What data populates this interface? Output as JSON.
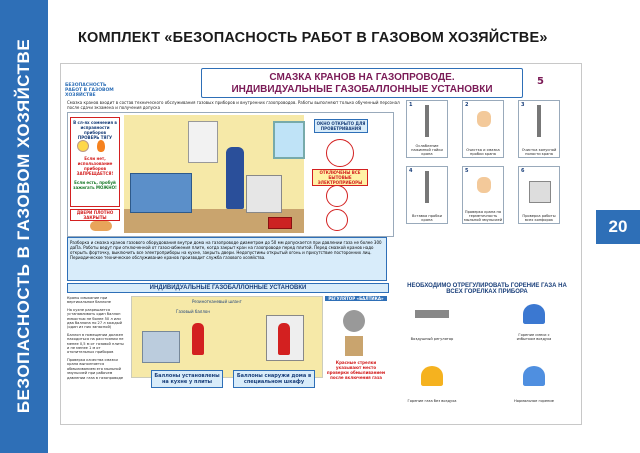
{
  "sidebar": {
    "text": "БЕЗОПАСНОСТЬ В ГАЗОВОМ ХОЗЯЙСТВЕ"
  },
  "page_number": "20",
  "kit_title": "КОМПЛЕКТ «БЕЗОПАСНОСТЬ РАБОТ В ГАЗОВОМ ХОЗЯЙСТВЕ»",
  "poster": {
    "series_label": "БЕЗОПАСНОСТЬ РАБОТ В ГАЗОВОМ ХОЗЯЙСТВЕ",
    "title_line1": "СМАЗКА КРАНОВ НА ГАЗОПРОВОДЕ.",
    "title_line2": "ИНДИВИДУАЛЬНЫЕ ГАЗОБАЛЛОННЫЕ УСТАНОВКИ",
    "plate_number": "5",
    "intro": "Смазка кранов входит в состав технического обслуживания газовых приборов и внутренних газопроводов. Работы выполняют только обученный персонал после сдачи экзамена и получения допуска",
    "left_notes": {
      "box_title": "В сл-ях сомнения в исправности приборов ПРОВЕРЬ ТЯГУ",
      "no_tyaga": "Если нет, использование приборов ЗАПРЕЩАЕТСЯ!",
      "yes_tyaga": "Если есть, пробуй зажигать МОЖНО!",
      "door": "ДВЕРИ ПЛОТНО ЗАКРЫТЫ"
    },
    "right_signs": {
      "window": "ОКНО ОТКРЫТО ДЛЯ ПРОВЕТРИВАНИЯ",
      "warning": "ОТКЛЮЧЕНЫ ВСЕ БЫТОВЫЕ ЭЛЕКТРОПРИБОРЫ"
    },
    "notice": "Разборка и смазка кранов газового оборудования внутри дома на газопроводе диаметром до 50 мм допускается при давлении газа не более 300 даПа. Работы ведут при отключенной от газоснабжения плите, когда закрыт кран на газопроводе перед плитой. Перед смазкой кранов надо открыть форточку, выключить все электроприборы на кухне, закрыть двери. Недопустимы открытый огонь и присутствие посторонних лиц. Периодическое техническое обслуживание кранов производит служба газового хозяйства.",
    "steps": [
      {
        "num": "1",
        "caption": "Ослабление нажимной гайки крана"
      },
      {
        "num": "2",
        "caption": "Очистка и смазка пробки крана"
      },
      {
        "num": "3",
        "caption": "Очистка конусной полости крана"
      },
      {
        "num": "4",
        "caption": "Вставка пробки крана"
      },
      {
        "num": "5",
        "caption": "Проверка крана на герметичность мыльной эмульсией"
      },
      {
        "num": "6",
        "caption": "Проверка работы всех конфорок"
      }
    ],
    "balloon_header": "ИНДИВИДУАЛЬНЫЕ ГАЗОБАЛЛОННЫЕ УСТАНОВКИ",
    "bullets": [
      "Краны смыкание при вертикальном баллоне",
      "На кухне разрешается устанавливать один баллон емкостью не более 50 л или два баллона по 27 л каждый (один из них запасной)",
      "Баллон в помещении должен находиться на расстоянии не менее 0,5 м от газовой плиты и не менее 1 м от отопительных приборов",
      "Проверка качества смазки крана выполняется обмыливанием его мыльной эмульсией при рабочем давлении газа в газопроводе"
    ],
    "balloon_labels": {
      "pipe": "Резинотканевый шланг",
      "cylinder": "Газовый баллон",
      "regulator": "РЕГУЛЯТОР «БАЛТИКА»",
      "warning": "Красные стрелки указывают место проверки обмыливанием после включения газа",
      "caption_left": "Баллоны установлены на кухне у плиты",
      "caption_right": "Баллоны снаружи дома в специальном шкафу"
    },
    "burner_header": "НЕОБХОДИМО ОТРЕГУЛИРОВАТЬ ГОРЕНИЕ ГАЗА НА ВСЕХ ГОРЕЛКАХ ПРИБОРА",
    "burners": [
      {
        "caption": "Воздушный регулятор"
      },
      {
        "caption": "Горение смеси с избытком воздуха"
      },
      {
        "caption": "Горение газа без воздуха"
      },
      {
        "caption": "Нормальное горение"
      }
    ]
  },
  "colors": {
    "brand": "#2e6fb7",
    "title": "#7b1b57",
    "danger": "#d32020"
  }
}
